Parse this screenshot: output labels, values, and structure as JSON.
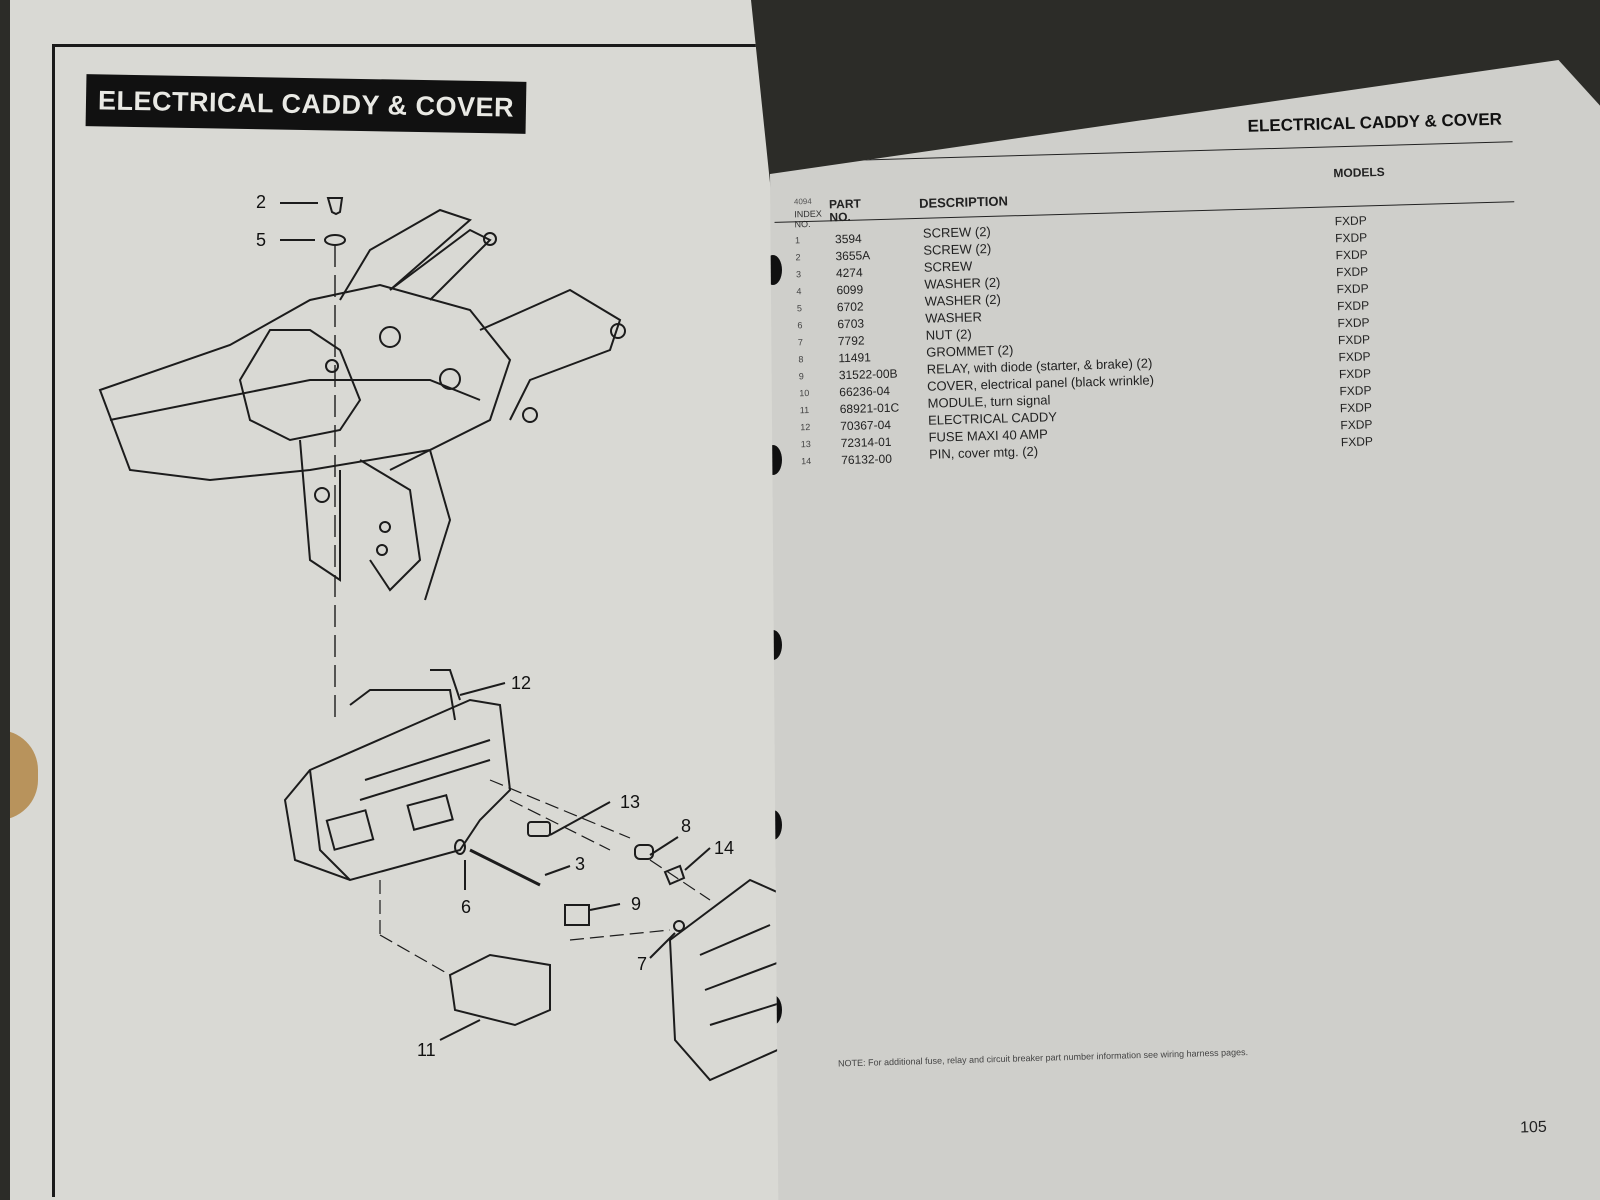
{
  "left_page": {
    "title": "ELECTRICAL CADDY & COVER",
    "callouts": [
      "2",
      "5",
      "12",
      "13",
      "8",
      "14",
      "3",
      "6",
      "9",
      "7",
      "11"
    ]
  },
  "right_page": {
    "header": "ELECTRICAL CADDY & COVER",
    "table_code": "4094",
    "columns": {
      "index": "INDEX NO.",
      "part": "PART NO.",
      "description": "DESCRIPTION",
      "models": "MODELS"
    },
    "rows": [
      {
        "index": "1",
        "part": "3594",
        "description": "SCREW (2)",
        "models": "FXDP"
      },
      {
        "index": "2",
        "part": "3655A",
        "description": "SCREW (2)",
        "models": "FXDP"
      },
      {
        "index": "3",
        "part": "4274",
        "description": "SCREW",
        "models": "FXDP"
      },
      {
        "index": "4",
        "part": "6099",
        "description": "WASHER (2)",
        "models": "FXDP"
      },
      {
        "index": "5",
        "part": "6702",
        "description": "WASHER (2)",
        "models": "FXDP"
      },
      {
        "index": "6",
        "part": "6703",
        "description": "WASHER",
        "models": "FXDP"
      },
      {
        "index": "7",
        "part": "7792",
        "description": "NUT (2)",
        "models": "FXDP"
      },
      {
        "index": "8",
        "part": "11491",
        "description": "GROMMET (2)",
        "models": "FXDP"
      },
      {
        "index": "9",
        "part": "31522-00B",
        "description": "RELAY, with diode (starter, & brake) (2)",
        "models": "FXDP"
      },
      {
        "index": "10",
        "part": "66236-04",
        "description": "COVER, electrical panel (black wrinkle)",
        "models": "FXDP"
      },
      {
        "index": "11",
        "part": "68921-01C",
        "description": "MODULE, turn signal",
        "models": "FXDP"
      },
      {
        "index": "12",
        "part": "70367-04",
        "description": "ELECTRICAL CADDY",
        "models": "FXDP"
      },
      {
        "index": "13",
        "part": "72314-01",
        "description": "FUSE MAXI 40 AMP",
        "models": "FXDP"
      },
      {
        "index": "14",
        "part": "76132-00",
        "description": "PIN, cover mtg. (2)",
        "models": "FXDP"
      }
    ],
    "note": "NOTE: For additional fuse, relay and circuit breaker part number information see wiring harness pages.",
    "page_number": "105"
  }
}
